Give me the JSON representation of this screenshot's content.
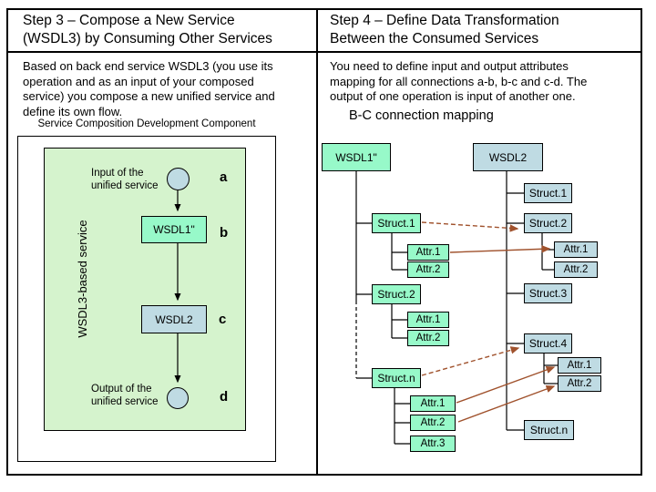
{
  "step3": {
    "title": "Step 3 – Compose a New Service\n(WSDL3) by Consuming Other Services",
    "body": "Based on back end service WSDL3 (you use its\noperation and as an input of your composed\nservice) you compose a new unified service and\ndefine its own flow.",
    "diagram": {
      "caption": "Service Composition Development Component",
      "side_label": "WSDL3-based service",
      "input_label": "Input of the\nunified service",
      "output_label": "Output of the\nunified service",
      "nodes": {
        "wsdl1": "WSDL1\"",
        "wsdl2": "WSDL2"
      },
      "markers": {
        "a": "a",
        "b": "b",
        "c": "c",
        "d": "d"
      }
    }
  },
  "step4": {
    "title": "Step 4 – Define Data Transformation\nBetween the Consumed Services",
    "body": "You need to define input and output attributes\nmapping for all connections a-b, b-c and c-d. The\noutput of one operation is input of another one.",
    "mapping": {
      "caption": "B-C connection mapping",
      "left_tree": {
        "root": "WSDL1\"",
        "structs": [
          {
            "label": "Struct.1",
            "attrs": [
              "Attr.1",
              "Attr.2"
            ]
          },
          {
            "label": "Struct.2",
            "attrs": [
              "Attr.1",
              "Attr.2"
            ]
          },
          {
            "label": "Struct.n",
            "attrs": [
              "Attr.1",
              "Attr.2",
              "Attr.3"
            ]
          }
        ]
      },
      "right_tree": {
        "root": "WSDL2",
        "structs": [
          {
            "label": "Struct.1",
            "attrs": []
          },
          {
            "label": "Struct.2",
            "attrs": [
              "Attr.1",
              "Attr.2"
            ]
          },
          {
            "label": "Struct.3",
            "attrs": []
          },
          {
            "label": "Struct.4",
            "attrs": [
              "Attr.1",
              "Attr.2"
            ]
          },
          {
            "label": "Struct.n",
            "attrs": []
          }
        ]
      },
      "connections": [
        {
          "from": "WSDL1\".Struct.1",
          "to": "WSDL2.Struct.2",
          "style": "dashed"
        },
        {
          "from": "WSDL1\".Struct.1.Attr.1",
          "to": "WSDL2.Struct.2.Attr.1",
          "style": "solid"
        },
        {
          "from": "WSDL1\".Struct.n",
          "to": "WSDL2.Struct.4",
          "style": "dashed"
        },
        {
          "from": "WSDL1\".Struct.n.Attr.1",
          "to": "WSDL2.Struct.4.Attr.1",
          "style": "solid"
        },
        {
          "from": "WSDL1\".Struct.n.Attr.2",
          "to": "WSDL2.Struct.4.Attr.2",
          "style": "solid"
        }
      ]
    }
  },
  "colors": {
    "panel_green": "#D5F3CD",
    "mint_box": "#97F9C9",
    "blue_box": "#BFDBE3",
    "connector_brown": "#A0522D",
    "line_black": "#000000"
  }
}
